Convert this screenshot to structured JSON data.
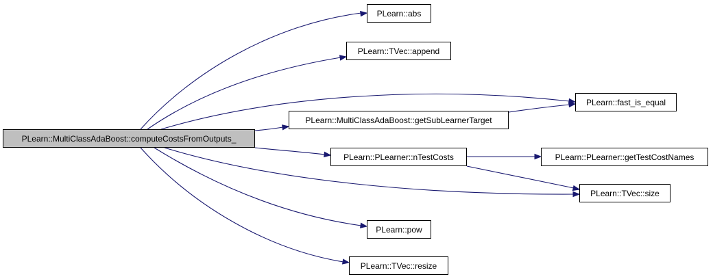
{
  "graph": {
    "root": {
      "label": "PLearn::MultiClassAdaBoost::computeCostsFromOutputs_"
    },
    "nodes": {
      "abs": {
        "label": "PLearn::abs"
      },
      "append": {
        "label": "PLearn::TVec::append"
      },
      "fast_is_equal": {
        "label": "PLearn::fast_is_equal"
      },
      "getSubLearnerTarget": {
        "label": "PLearn::MultiClassAdaBoost::getSubLearnerTarget"
      },
      "nTestCosts": {
        "label": "PLearn::PLearner::nTestCosts"
      },
      "getTestCostNames": {
        "label": "PLearn::PLearner::getTestCostNames"
      },
      "size": {
        "label": "PLearn::TVec::size"
      },
      "pow": {
        "label": "PLearn::pow"
      },
      "resize": {
        "label": "PLearn::TVec::resize"
      }
    },
    "edges": [
      [
        "root",
        "abs"
      ],
      [
        "root",
        "append"
      ],
      [
        "root",
        "fast_is_equal"
      ],
      [
        "root",
        "getSubLearnerTarget"
      ],
      [
        "root",
        "nTestCosts"
      ],
      [
        "root",
        "size"
      ],
      [
        "root",
        "pow"
      ],
      [
        "root",
        "resize"
      ],
      [
        "getSubLearnerTarget",
        "fast_is_equal"
      ],
      [
        "nTestCosts",
        "getTestCostNames"
      ],
      [
        "nTestCosts",
        "size"
      ]
    ],
    "colors": {
      "edge": "#191970",
      "root_fill": "#bfbfbf",
      "node_fill": "#ffffff",
      "border": "#000000"
    }
  }
}
